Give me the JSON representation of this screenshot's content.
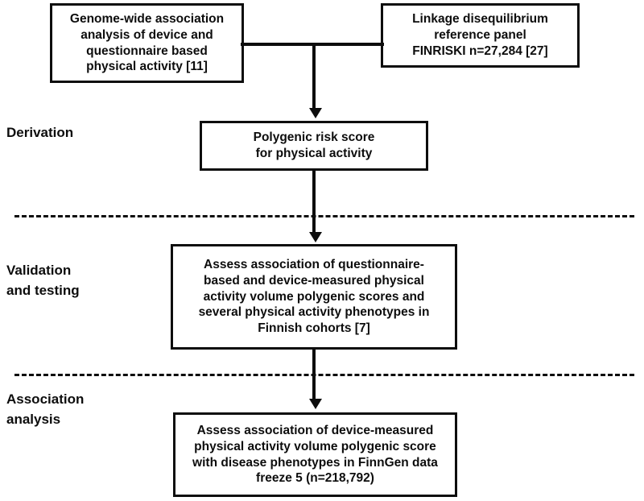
{
  "diagram": {
    "title": "Polygenic risk score study design flowchart",
    "accent_color": "#0d0d0d",
    "background_color": "#ffffff",
    "stages": [
      {
        "id": "derivation",
        "label": "Derivation"
      },
      {
        "id": "validation",
        "label": "Validation\nand testing"
      },
      {
        "id": "association",
        "label": "Association\nanalysis"
      }
    ],
    "boxes": {
      "gwas": {
        "text": "Genome-wide  association\nanalysis of device and\nquestionnaire based\nphysical activity [11]"
      },
      "ld_reference": {
        "text": "Linkage disequilibrium\nreference panel\nFINRISKI n=27,284 [27]"
      },
      "polygenic_risk_score": {
        "text": "Polygenic risk score\nfor physical activity"
      },
      "validation": {
        "text": "Assess association of questionnaire-\nbased and device-measured physical\nactivity volume  polygenic scores and\nseveral physical activity phenotypes in\nFinnish cohorts [7]"
      },
      "association": {
        "text": "Assess association of device-measured\nphysical activity volume polygenic score\nwith disease phenotypes in FinnGen data\nfreeze 5 (n=218,792)"
      }
    },
    "connectors": [
      {
        "id": "merge",
        "from": [
          "gwas",
          "ld_reference"
        ],
        "to": "polygenic_risk_score",
        "style": "merge-arrow"
      },
      {
        "id": "prs-to-validation",
        "from": "polygenic_risk_score",
        "to": "validation",
        "style": "arrow"
      },
      {
        "id": "validation-to-association",
        "from": "validation",
        "to": "association",
        "style": "arrow"
      }
    ],
    "dividers": [
      {
        "id": "derivation-validation",
        "style": "dashed"
      },
      {
        "id": "validation-association",
        "style": "dashed"
      }
    ]
  }
}
